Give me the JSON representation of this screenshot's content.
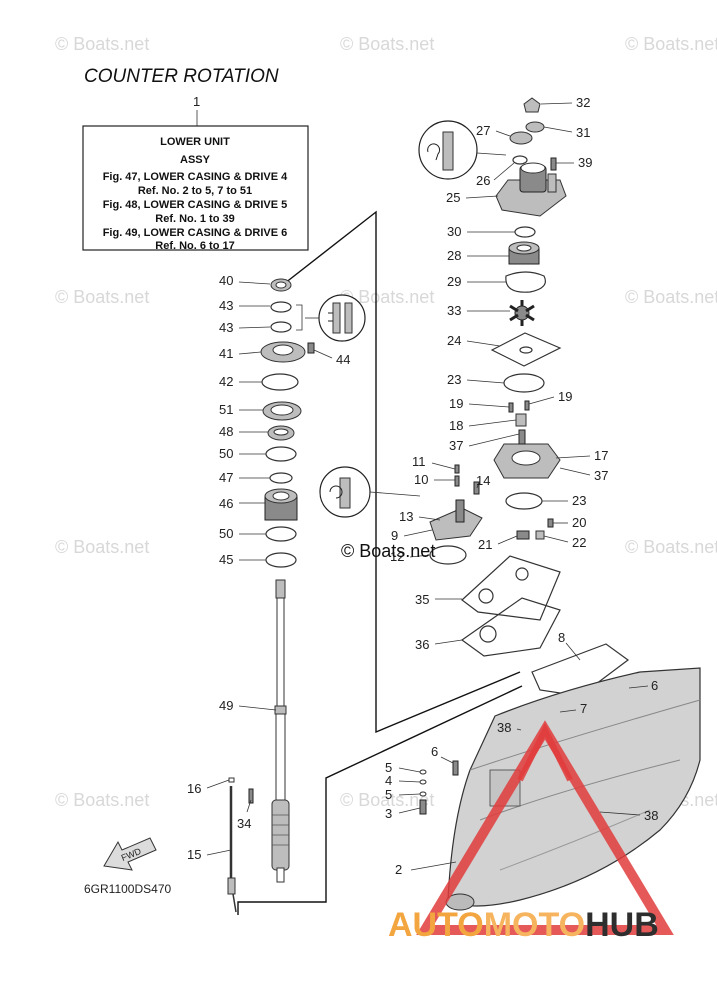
{
  "title": "COUNTER ROTATION",
  "ref_box": {
    "callout": "1",
    "heading1": "LOWER UNIT",
    "heading2": "ASSY",
    "lines": [
      "Fig. 47, LOWER CASING & DRIVE 4",
      "Ref. No. 2 to 5, 7 to 51",
      "Fig. 48, LOWER CASING & DRIVE 5",
      "Ref. No. 1 to 39",
      "Fig. 49, LOWER CASING & DRIVE 6",
      "Ref. No. 6 to 17"
    ]
  },
  "watermark": "© Boats.net",
  "center_watermark": "© Boats.net",
  "fwd_label": "FWD",
  "diagram_code": "6GR1100DS470",
  "logo": {
    "part1": "AUTO",
    "part2": "MOTO",
    "part3": "HUB"
  },
  "callouts": [
    "32",
    "31",
    "27",
    "39",
    "26",
    "25",
    "30",
    "28",
    "29",
    "33",
    "24",
    "23",
    "19",
    "19",
    "18",
    "37",
    "17",
    "37",
    "11",
    "10",
    "14",
    "23",
    "13",
    "9",
    "20",
    "21",
    "22",
    "12",
    "35",
    "36",
    "8",
    "6",
    "7",
    "38",
    "6",
    "5",
    "4",
    "5",
    "3",
    "38",
    "2",
    "40",
    "43",
    "43",
    "41",
    "44",
    "42",
    "51",
    "48",
    "50",
    "47",
    "46",
    "50",
    "45",
    "49",
    "16",
    "34",
    "15"
  ]
}
